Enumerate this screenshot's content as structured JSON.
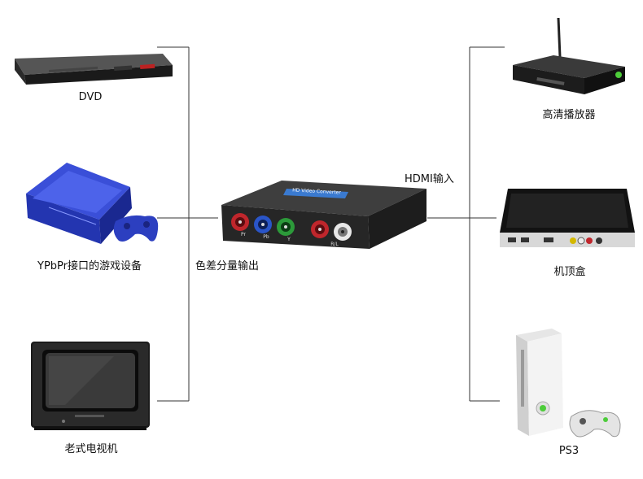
{
  "left_devices": [
    {
      "id": "dvd",
      "label": "DVD"
    },
    {
      "id": "ps",
      "label": "YPbPr接口的游戏设备"
    },
    {
      "id": "tv",
      "label": "老式电视机"
    }
  ],
  "right_devices": [
    {
      "id": "hd",
      "label": "高清播放器"
    },
    {
      "id": "stb",
      "label": "机顶盒"
    },
    {
      "id": "ps3",
      "label": "PS3"
    }
  ],
  "converter": {
    "badge": "HD Video Converter",
    "port_labels": [
      "Pr",
      "Pb",
      "Y",
      "",
      "R/L"
    ]
  },
  "input_label": "色差分量输出",
  "output_label": "HDMI输入",
  "colors": {
    "line": "#333333",
    "port_red": "#c0262c",
    "port_blue": "#2a55c8",
    "port_green": "#2c9a3a",
    "port_white": "#e8e8e8",
    "badge": "#3a7ad0"
  }
}
